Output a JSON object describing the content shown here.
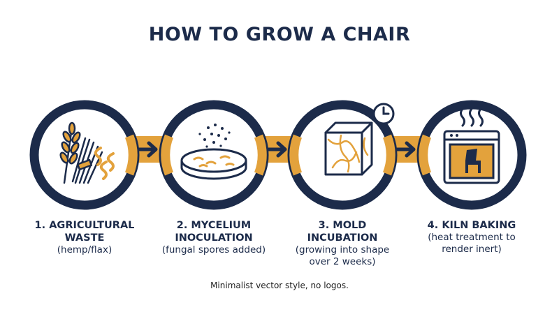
{
  "title": "HOW TO GROW A CHAIR",
  "colors": {
    "navy": "#1c2b4a",
    "orange": "#e3a23c",
    "white": "#ffffff"
  },
  "steps": [
    {
      "heading_line1": "1. AGRICULTURAL",
      "heading_line2": "WASTE",
      "sub_line1": "(hemp/flax)",
      "sub_line2": "",
      "icon": "wheat-bundle-icon"
    },
    {
      "heading_line1": "2. MYCELIUM",
      "heading_line2": "INOCULATION",
      "sub_line1": "(fungal spores added)",
      "sub_line2": "",
      "icon": "petri-dish-icon"
    },
    {
      "heading_line1": "3. MOLD",
      "heading_line2": "INCUBATION",
      "sub_line1": "(growing into shape",
      "sub_line2": "over 2 weeks)",
      "icon": "mold-cube-icon"
    },
    {
      "heading_line1": "4. KILN BAKING",
      "heading_line2": "",
      "sub_line1": "(heat treatment to",
      "sub_line2": "render inert)",
      "icon": "oven-chair-icon"
    }
  ],
  "footer": "Minimalist vector style, no logos."
}
